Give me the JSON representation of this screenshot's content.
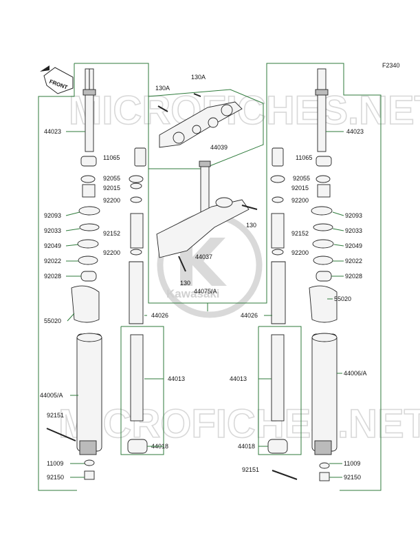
{
  "figure_code": "F2340",
  "front_arrow_text": "FRONT",
  "watermark_text": "MICROFICHES.NET",
  "logo_text": "Kawasaki",
  "parts": [
    {
      "id": "p1",
      "label": "130A"
    },
    {
      "id": "p2",
      "label": "130A"
    },
    {
      "id": "p3",
      "label": "44039"
    },
    {
      "id": "p4",
      "label": "44023"
    },
    {
      "id": "p5",
      "label": "44023"
    },
    {
      "id": "p6",
      "label": "11065"
    },
    {
      "id": "p7",
      "label": "11065"
    },
    {
      "id": "p8",
      "label": "92055"
    },
    {
      "id": "p9",
      "label": "92055"
    },
    {
      "id": "p10",
      "label": "92015"
    },
    {
      "id": "p11",
      "label": "92015"
    },
    {
      "id": "p12",
      "label": "92200"
    },
    {
      "id": "p13",
      "label": "92200"
    },
    {
      "id": "p14",
      "label": "92093"
    },
    {
      "id": "p15",
      "label": "92093"
    },
    {
      "id": "p16",
      "label": "92033"
    },
    {
      "id": "p17",
      "label": "92033"
    },
    {
      "id": "p18",
      "label": "92152"
    },
    {
      "id": "p19",
      "label": "92152"
    },
    {
      "id": "p20",
      "label": "92049"
    },
    {
      "id": "p21",
      "label": "92049"
    },
    {
      "id": "p22",
      "label": "92200"
    },
    {
      "id": "p23",
      "label": "92200"
    },
    {
      "id": "p24",
      "label": "92022"
    },
    {
      "id": "p25",
      "label": "92022"
    },
    {
      "id": "p26",
      "label": "92028"
    },
    {
      "id": "p27",
      "label": "92028"
    },
    {
      "id": "p28",
      "label": "130"
    },
    {
      "id": "p29",
      "label": "130"
    },
    {
      "id": "p30",
      "label": "44037"
    },
    {
      "id": "p31",
      "label": "44075/A"
    },
    {
      "id": "p32",
      "label": "55020"
    },
    {
      "id": "p33",
      "label": "55020"
    },
    {
      "id": "p34",
      "label": "44026"
    },
    {
      "id": "p35",
      "label": "44026"
    },
    {
      "id": "p36",
      "label": "44013"
    },
    {
      "id": "p37",
      "label": "44013"
    },
    {
      "id": "p38",
      "label": "44005/A"
    },
    {
      "id": "p39",
      "label": "44006/A"
    },
    {
      "id": "p40",
      "label": "92151"
    },
    {
      "id": "p41",
      "label": "92151"
    },
    {
      "id": "p42",
      "label": "44018"
    },
    {
      "id": "p43",
      "label": "44018"
    },
    {
      "id": "p44",
      "label": "11009"
    },
    {
      "id": "p45",
      "label": "11009"
    },
    {
      "id": "p46",
      "label": "92150"
    },
    {
      "id": "p47",
      "label": "92150"
    }
  ]
}
